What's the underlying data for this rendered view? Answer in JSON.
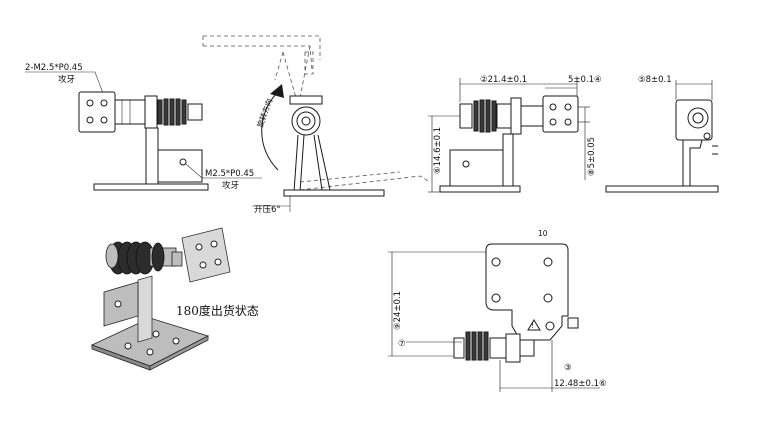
{
  "labels": {
    "thread_top": "2-M2.5*P0.45",
    "tap_top": "攻牙",
    "thread_side": "M2.5*P0.45",
    "tap_side": "攻牙",
    "rotation": "旋转方向",
    "open_angle": "开压6°",
    "dim_width": "②21.4±0.1",
    "dim_5": "5±0.1④",
    "dim_8": "⑤8±0.1",
    "dim_14_6": "⑥14.6±0.1",
    "dim_5_05": "⑧5±0.05",
    "dim_24": "⑨24±0.1",
    "dim_12_48": "12.48±0.1⑥",
    "balloon_7": "⑦",
    "balloon_3": "③",
    "balloon_10": "10",
    "state_180": "180度出货状态"
  },
  "colors": {
    "line": "#1a1a1a",
    "metal": "#bdbdbd",
    "spring": "#3a3a3a"
  }
}
